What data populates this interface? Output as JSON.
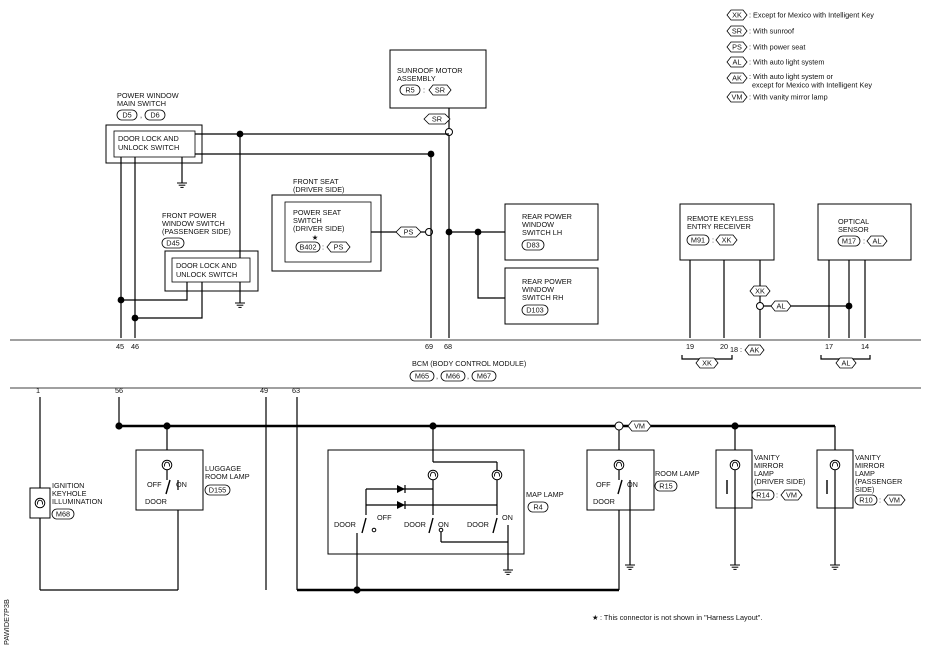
{
  "legend": {
    "items": [
      {
        "code": "XK",
        "text": ": Except for Mexico with Intelligent Key"
      },
      {
        "code": "SR",
        "text": ": With sunroof"
      },
      {
        "code": "PS",
        "text": ": With power seat"
      },
      {
        "code": "AL",
        "text": ": With auto light system"
      },
      {
        "code": "AK",
        "text": ": With auto light system or",
        "text2": "except for Mexico with Intelligent Key"
      },
      {
        "code": "VM",
        "text": ": With vanity mirror lamp"
      }
    ]
  },
  "components": {
    "sunroof": {
      "l1": "SUNROOF MOTOR",
      "l2": "ASSEMBLY",
      "conn": "R5",
      "code": "SR"
    },
    "pwms": {
      "l1": "POWER WINDOW",
      "l2": "MAIN SWITCH",
      "c1": "D5",
      "c2": "D6",
      "sw1": "DOOR LOCK AND",
      "sw2": "UNLOCK SWITCH"
    },
    "fpws": {
      "l1": "FRONT POWER",
      "l2": "WINDOW SWITCH",
      "l3": "(PASSENGER SIDE)",
      "conn": "D45",
      "sw1": "DOOR LOCK AND",
      "sw2": "UNLOCK SWITCH"
    },
    "fseat": {
      "l1": "FRONT SEAT",
      "l2": "(DRIVER SIDE)",
      "s1": "POWER SEAT",
      "s2": "SWITCH",
      "s3": "(DRIVER SIDE)",
      "star": "★",
      "conn": "B402",
      "code": "PS",
      "tag": "PS"
    },
    "rpwlh": {
      "l1": "REAR POWER",
      "l2": "WINDOW",
      "l3": "SWITCH LH",
      "conn": "D83"
    },
    "rpwrh": {
      "l1": "REAR POWER",
      "l2": "WINDOW",
      "l3": "SWITCH RH",
      "conn": "D103"
    },
    "rker": {
      "l1": "REMOTE KEYLESS",
      "l2": "ENTRY RECEIVER",
      "conn": "M91",
      "code": "XK"
    },
    "optical": {
      "l1": "OPTICAL",
      "l2": "SENSOR",
      "conn": "M17",
      "code": "AL"
    },
    "bcm": {
      "label": "BCM (BODY CONTROL MODULE)",
      "c1": "M65",
      "c2": "M66",
      "c3": "M67"
    },
    "ignition": {
      "l1": "IGNITION",
      "l2": "KEYHOLE",
      "l3": "ILLUMINATION",
      "conn": "M68"
    },
    "luggage": {
      "l1": "LUGGAGE",
      "l2": "ROOM LAMP",
      "conn": "D155",
      "off": "OFF",
      "on": "ON",
      "door": "DOOR"
    },
    "maplamp": {
      "label": "MAP LAMP",
      "conn": "R4",
      "door1": "DOOR",
      "off": "OFF",
      "door2": "DOOR",
      "on1": "ON",
      "door3": "DOOR",
      "on2": "ON"
    },
    "roomlamp": {
      "label": "ROOM LAMP",
      "conn": "R15",
      "off": "OFF",
      "on": "ON",
      "door": "DOOR"
    },
    "vmdrv": {
      "l1": "VANITY",
      "l2": "MIRROR",
      "l3": "LAMP",
      "l4": "(DRIVER SIDE)",
      "conn": "R14",
      "code": "VM"
    },
    "vmpas": {
      "l1": "VANITY",
      "l2": "MIRROR",
      "l3": "LAMP",
      "l4": "(PASSENGER",
      "l5": "SIDE)",
      "conn": "R10",
      "code": "VM"
    }
  },
  "tags": {
    "sr": "SR",
    "xk_wire": "XK",
    "al_wire": "AL",
    "vm_wire": "VM",
    "xk_pins": "XK",
    "ak_pin": "AK",
    "al_pins": "AL"
  },
  "pins": {
    "p45": "45",
    "p46": "46",
    "p69": "69",
    "p68": "68",
    "p19": "19",
    "p20": "20",
    "p18": "18",
    "p17": "17",
    "p14": "14",
    "p1": "1",
    "p56": "56",
    "p49": "49",
    "p63": "63"
  },
  "footnote": {
    "star": "★",
    "text": ": This connector is not shown in \"Harness Layout\"."
  },
  "diagram_id": "PAWIDE7P3B"
}
